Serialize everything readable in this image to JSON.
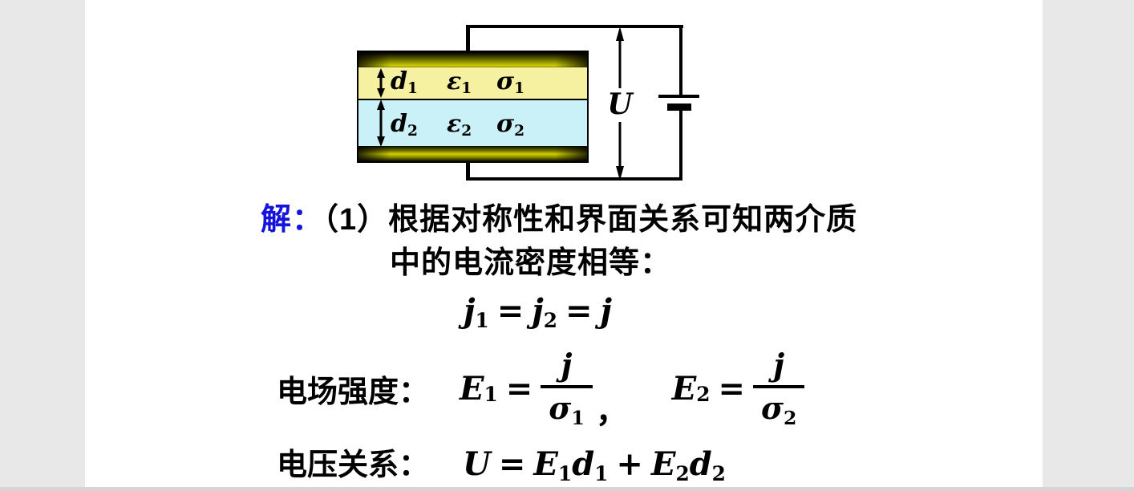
{
  "page": {
    "background": "#e8e8e8",
    "slide_background": "#ffffff",
    "accent_blue": "#1414dc"
  },
  "diagram": {
    "colors": {
      "layer1_fill": "#f5f1a0",
      "layer2_fill": "#cbf1f8",
      "plate": "olive-gold-gradient",
      "wire": "#000000"
    },
    "labels": {
      "d": "d",
      "epsilon": "ε",
      "sigma": "σ",
      "one": "1",
      "two": "2",
      "voltage": "U"
    }
  },
  "solution": {
    "prefix": "解：",
    "step": "（1）",
    "line1": "根据对称性和界面关系可知两介质",
    "line2": "中的电流密度相等："
  },
  "equations": {
    "current": {
      "j": "j",
      "one": "1",
      "two": "2",
      "equals": "="
    },
    "field_label": "电场强度：",
    "field": {
      "E": "E",
      "one": "1",
      "two": "2",
      "equals": "=",
      "j": "j",
      "sigma": "σ",
      "comma": "，"
    },
    "voltage_label": "电压关系：",
    "voltage": {
      "U": "U",
      "equals": "=",
      "E": "E",
      "d": "d",
      "one": "1",
      "two": "2",
      "plus": "+"
    }
  }
}
